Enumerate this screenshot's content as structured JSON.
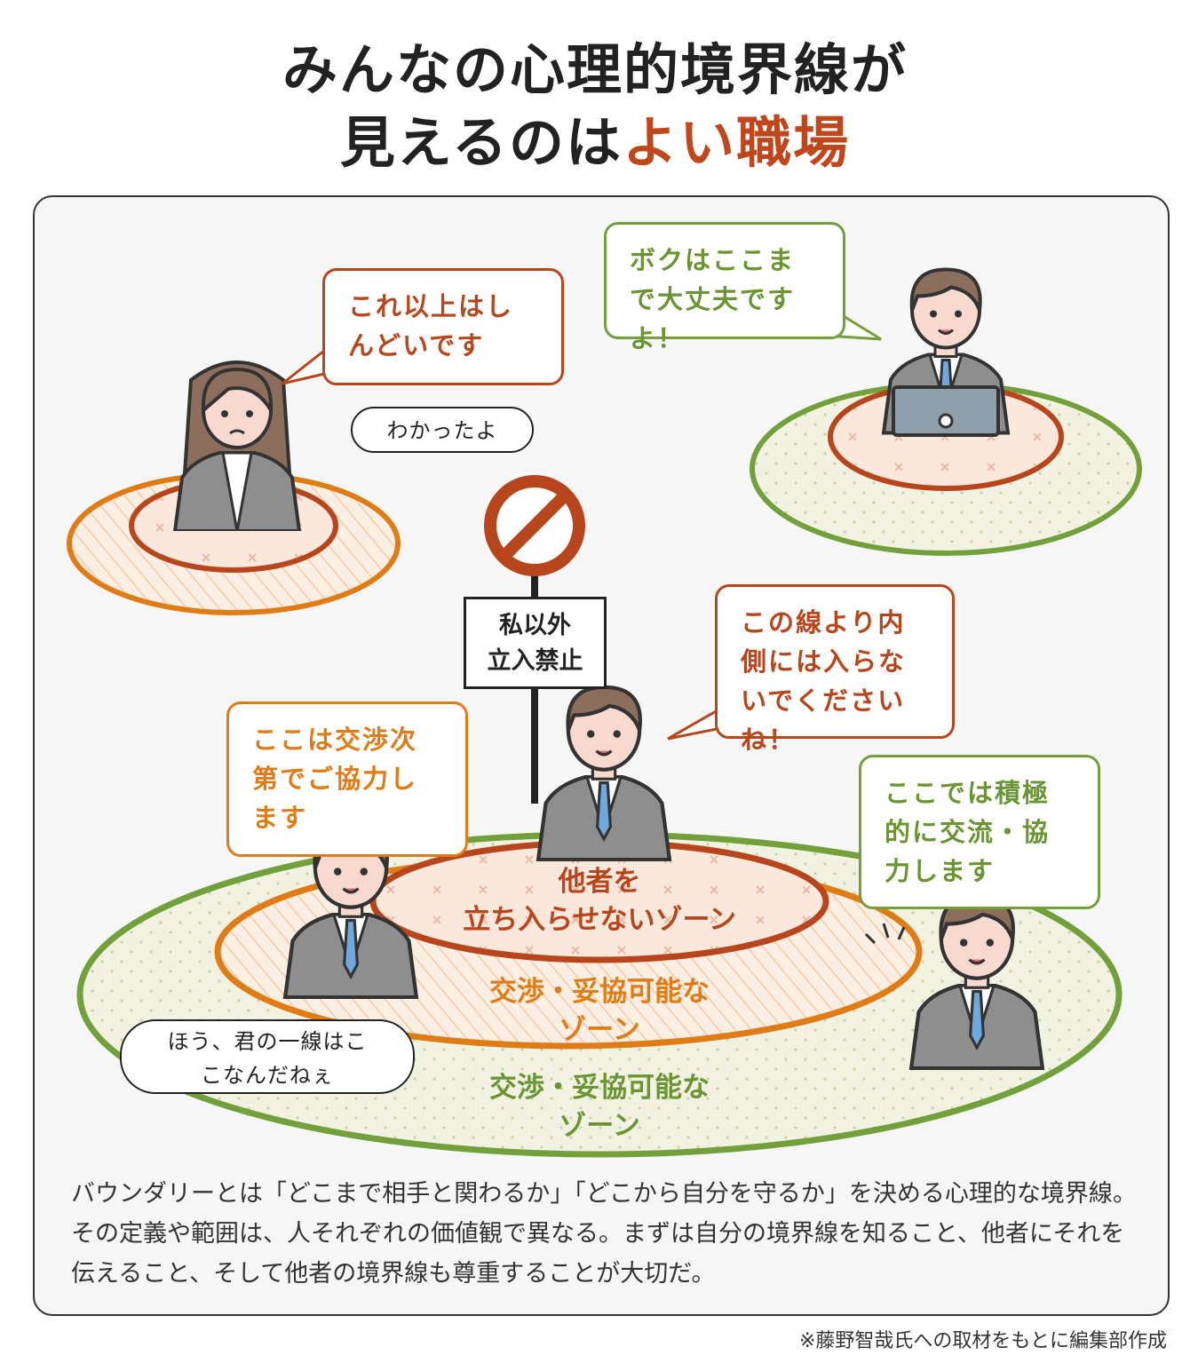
{
  "title": {
    "line1": "みんなの心理的境界線が",
    "line2_plain": "見えるのは",
    "line2_accent": "よい職場"
  },
  "bubbles": {
    "woman": "これ以上はしんどいです",
    "laptop_man": "ボクはここまで大丈夫ですよ！",
    "reply_top": "わかったよ",
    "center_man": "この線より内側には入らないでくださいね！",
    "left_man": "ここは交渉次第でご協力します",
    "right_man": "ここでは積極的に交流・協力します",
    "observer": "ほう、君の一線はここなんだねぇ"
  },
  "sign": {
    "line1": "私以外",
    "line2": "立入禁止"
  },
  "zones": {
    "inner": {
      "line1": "他者を",
      "line2": "立ち入らせないゾーン"
    },
    "middle": {
      "line1": "交渉・妥協可能な",
      "line2": "ゾーン"
    },
    "outer": {
      "line1": "交渉・妥協可能な",
      "line2": "ゾーン"
    }
  },
  "description": "バウンダリーとは「どこまで相手と関わるか」「どこから自分を守るか」を決める心理的な境界線。その定義や範囲は、人それぞれの価値観で異なる。まずは自分の境界線を知ること、他者にそれを伝えること、そして他者の境界線も尊重することが大切だ。",
  "credit": "※藤野智哉氏への取材をもとに編集部作成",
  "colors": {
    "red": "#b8461c",
    "orange": "#e07c16",
    "green": "#72a03a",
    "panel": "#f6f6f6"
  }
}
